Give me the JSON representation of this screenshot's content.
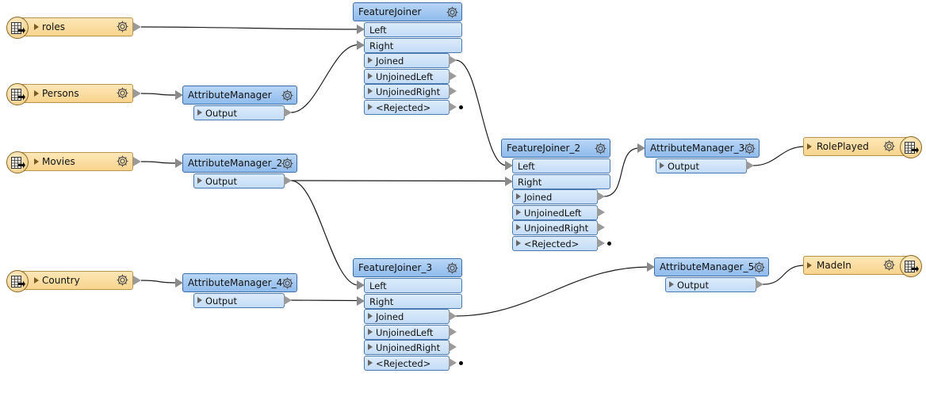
{
  "colors": {
    "reader_fill": "#f8d48e",
    "transformer_fill": "#8fbbec",
    "port_fill": "#c4dcf6",
    "wire": "#1d1d1d"
  },
  "readers": [
    {
      "id": "roles",
      "label": "roles",
      "icon": "table-reader-icon"
    },
    {
      "id": "persons",
      "label": "Persons",
      "icon": "table-reader-icon"
    },
    {
      "id": "movies",
      "label": "Movies",
      "icon": "table-reader-icon"
    },
    {
      "id": "country",
      "label": "Country",
      "icon": "table-reader-icon"
    }
  ],
  "writers": [
    {
      "id": "roleplayed",
      "label": "RolePlayed",
      "icon": "table-writer-icon"
    },
    {
      "id": "madein",
      "label": "MadeIn",
      "icon": "table-writer-icon"
    }
  ],
  "transformers": {
    "am1": {
      "title": "AttributeManager",
      "outputs": [
        "Output"
      ]
    },
    "am2": {
      "title": "AttributeManager_2",
      "outputs": [
        "Output"
      ]
    },
    "am3": {
      "title": "AttributeManager_3",
      "outputs": [
        "Output"
      ]
    },
    "am4": {
      "title": "AttributeManager_4",
      "outputs": [
        "Output"
      ]
    },
    "am5": {
      "title": "AttributeManager_5",
      "outputs": [
        "Output"
      ]
    },
    "fj1": {
      "title": "FeatureJoiner",
      "inputs": [
        "Left",
        "Right"
      ],
      "outputs": [
        "Joined",
        "UnjoinedLeft",
        "UnjoinedRight",
        "<Rejected>"
      ]
    },
    "fj2": {
      "title": "FeatureJoiner_2",
      "inputs": [
        "Left",
        "Right"
      ],
      "outputs": [
        "Joined",
        "UnjoinedLeft",
        "UnjoinedRight",
        "<Rejected>"
      ]
    },
    "fj3": {
      "title": "FeatureJoiner_3",
      "inputs": [
        "Left",
        "Right"
      ],
      "outputs": [
        "Joined",
        "UnjoinedLeft",
        "UnjoinedRight",
        "<Rejected>"
      ]
    }
  },
  "connections": [
    {
      "from": "roles",
      "to": "fj1.Left"
    },
    {
      "from": "persons",
      "to": "am1"
    },
    {
      "from": "am1.Output",
      "to": "fj1.Right"
    },
    {
      "from": "movies",
      "to": "am2"
    },
    {
      "from": "am2.Output",
      "to": "fj2.Right"
    },
    {
      "from": "am2.Output",
      "to": "fj3.Left"
    },
    {
      "from": "country",
      "to": "am4"
    },
    {
      "from": "am4.Output",
      "to": "fj3.Right"
    },
    {
      "from": "fj1.Joined",
      "to": "fj2.Left"
    },
    {
      "from": "fj2.Joined",
      "to": "am3"
    },
    {
      "from": "am3.Output",
      "to": "roleplayed"
    },
    {
      "from": "fj3.Joined",
      "to": "am5"
    },
    {
      "from": "am5.Output",
      "to": "madein"
    }
  ]
}
